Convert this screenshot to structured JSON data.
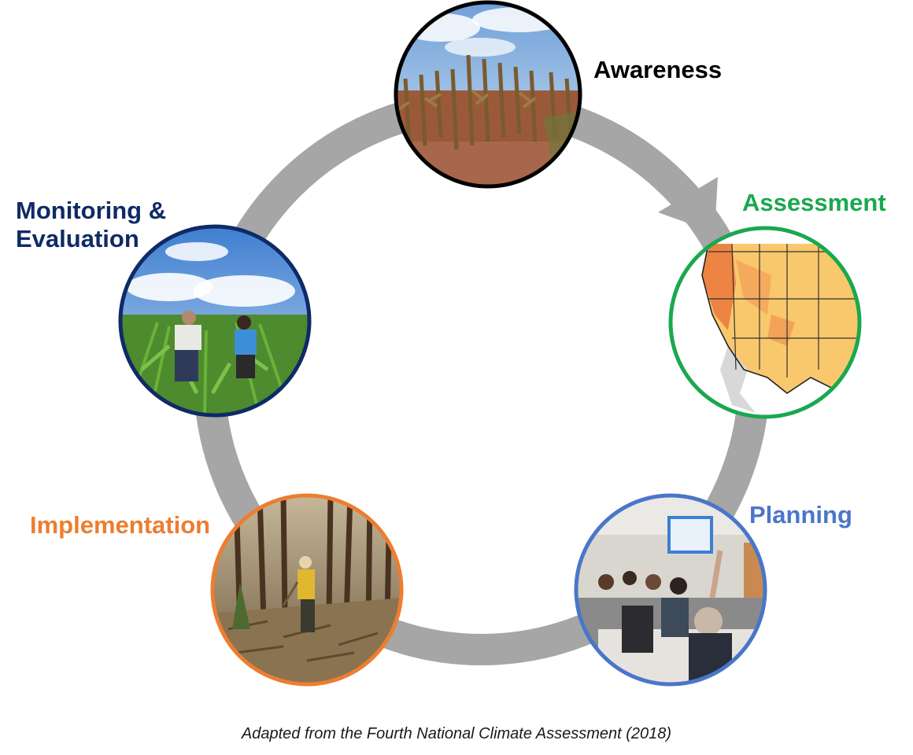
{
  "stages": [
    {
      "id": "awareness",
      "label": "Awareness",
      "color": "#000000",
      "photo": "drought-cornfield-photo"
    },
    {
      "id": "assessment",
      "label": "Assessment",
      "color": "#1aa84f",
      "photo": "western-us-heat-map"
    },
    {
      "id": "planning",
      "label": "Planning",
      "color": "#4a76c9",
      "photo": "workshop-meeting-photo"
    },
    {
      "id": "implementation",
      "label": "Implementation",
      "color": "#ed7d31",
      "photo": "forest-worker-photo"
    },
    {
      "id": "monitoring",
      "label_line1": "Monitoring &",
      "label_line2": "Evaluation",
      "color": "#0f2a66",
      "photo": "cornfield-scientists-photo"
    }
  ],
  "ring_color": "#a6a6a6",
  "caption": "Adapted from the Fourth National Climate Assessment (2018)"
}
